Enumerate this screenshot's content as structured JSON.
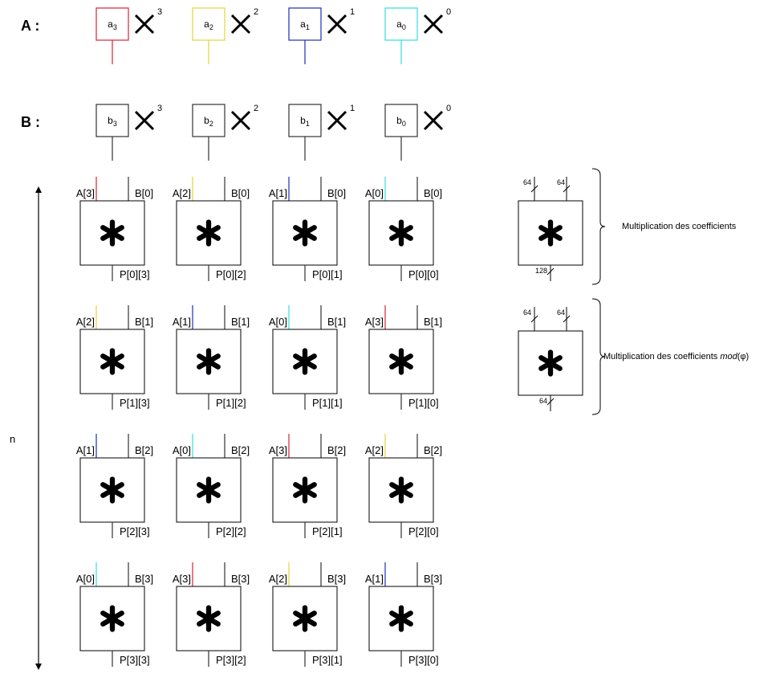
{
  "colors": {
    "a3": "#dd2233",
    "a2": "#e8d23a",
    "a1": "#1a2fb8",
    "a0": "#33dede",
    "b": "#333333",
    "p": "#333333"
  },
  "rows": [
    {
      "label": "A :",
      "base": "a",
      "terms": [
        {
          "index": "3",
          "exp": "3",
          "color_key": "a3"
        },
        {
          "index": "2",
          "exp": "2",
          "color_key": "a2"
        },
        {
          "index": "1",
          "exp": "1",
          "color_key": "a1"
        },
        {
          "index": "0",
          "exp": "0",
          "color_key": "a0"
        }
      ]
    },
    {
      "label": "B :",
      "base": "b",
      "terms": [
        {
          "index": "3",
          "exp": "3",
          "color_key": "b"
        },
        {
          "index": "2",
          "exp": "2",
          "color_key": "b"
        },
        {
          "index": "1",
          "exp": "1",
          "color_key": "b"
        },
        {
          "index": "0",
          "exp": "0",
          "color_key": "b"
        }
      ]
    }
  ],
  "multipliers": [
    [
      {
        "a": "A[3]",
        "a_color": "a3",
        "b": "B[0]",
        "p": "P[0][3]"
      },
      {
        "a": "A[2]",
        "a_color": "a2",
        "b": "B[0]",
        "p": "P[0][2]"
      },
      {
        "a": "A[1]",
        "a_color": "a1",
        "b": "B[0]",
        "p": "P[0][1]"
      },
      {
        "a": "A[0]",
        "a_color": "a0",
        "b": "B[0]",
        "p": "P[0][0]"
      }
    ],
    [
      {
        "a": "A[2]",
        "a_color": "a2",
        "b": "B[1]",
        "p": "P[1][3]"
      },
      {
        "a": "A[1]",
        "a_color": "a1",
        "b": "B[1]",
        "p": "P[1][2]"
      },
      {
        "a": "A[0]",
        "a_color": "a0",
        "b": "B[1]",
        "p": "P[1][1]"
      },
      {
        "a": "A[3]",
        "a_color": "a3",
        "b": "B[1]",
        "p": "P[1][0]"
      }
    ],
    [
      {
        "a": "A[1]",
        "a_color": "a1",
        "b": "B[2]",
        "p": "P[2][3]"
      },
      {
        "a": "A[0]",
        "a_color": "a0",
        "b": "B[2]",
        "p": "P[2][2]"
      },
      {
        "a": "A[3]",
        "a_color": "a3",
        "b": "B[2]",
        "p": "P[2][1]"
      },
      {
        "a": "A[2]",
        "a_color": "a2",
        "b": "B[2]",
        "p": "P[2][0]"
      }
    ],
    [
      {
        "a": "A[0]",
        "a_color": "a0",
        "b": "B[3]",
        "p": "P[3][3]"
      },
      {
        "a": "A[3]",
        "a_color": "a3",
        "b": "B[3]",
        "p": "P[3][2]"
      },
      {
        "a": "A[2]",
        "a_color": "a2",
        "b": "B[3]",
        "p": "P[3][1]"
      },
      {
        "a": "A[1]",
        "a_color": "a1",
        "b": "B[3]",
        "p": "P[3][0]"
      }
    ]
  ],
  "axis_label": "n",
  "legend": [
    {
      "in_width_left": "64",
      "in_width_right": "64",
      "out_width": "128",
      "desc": "Multiplication des coefficients"
    },
    {
      "in_width_left": "64",
      "in_width_right": "64",
      "out_width": "64",
      "desc_prefix": "Multiplication des coefficients ",
      "desc_italic": "mod",
      "desc_suffix": "(φ)"
    }
  ]
}
